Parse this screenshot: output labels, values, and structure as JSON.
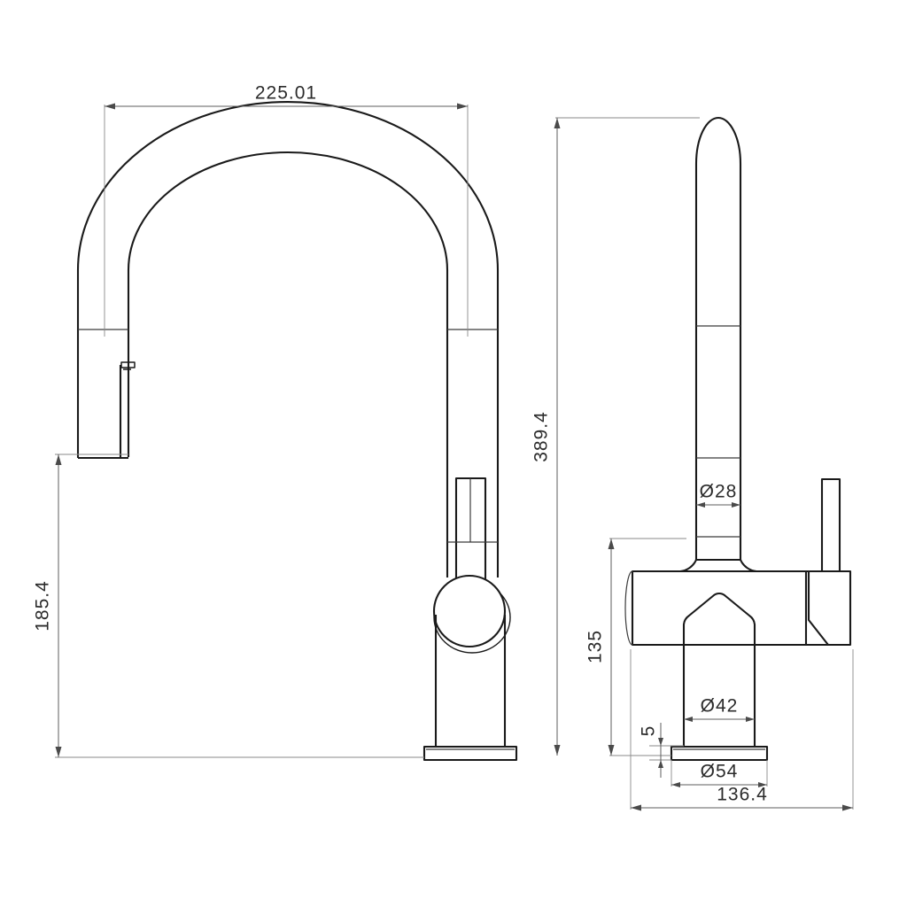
{
  "drawing": {
    "title": "Kitchen Mixer Tap Technical Drawing",
    "units": "mm",
    "background_color": "#ffffff",
    "line_color": "#1a1a1a",
    "dimension_color": "#5d5d5d",
    "text_color": "#2b2b2b"
  },
  "views": {
    "front": {
      "name": "front-elevation-view",
      "description": "Front elevation of pull-down gooseneck kitchen faucet"
    },
    "side": {
      "name": "side-elevation-view",
      "description": "Side elevation of kitchen faucet with lever handle"
    }
  },
  "dimensions": {
    "front_width": {
      "value": "225.01",
      "orientation": "horizontal",
      "name": "dimension-225-01"
    },
    "front_height": {
      "value": "185.4",
      "orientation": "vertical",
      "name": "dimension-185-4"
    },
    "side_total_height": {
      "value": "389.4",
      "orientation": "vertical",
      "name": "dimension-389-4"
    },
    "spout_diameter": {
      "value": "Ø28",
      "orientation": "horizontal",
      "name": "dimension-dia-28"
    },
    "body_height": {
      "value": "135",
      "orientation": "vertical",
      "name": "dimension-135"
    },
    "base_thickness": {
      "value": "5",
      "orientation": "vertical",
      "name": "dimension-5"
    },
    "body_diameter": {
      "value": "Ø42",
      "orientation": "horizontal",
      "name": "dimension-dia-42"
    },
    "flange_diameter": {
      "value": "Ø54",
      "orientation": "horizontal",
      "name": "dimension-dia-54"
    },
    "side_total_width": {
      "value": "136.4",
      "orientation": "horizontal",
      "name": "dimension-136-4"
    }
  }
}
